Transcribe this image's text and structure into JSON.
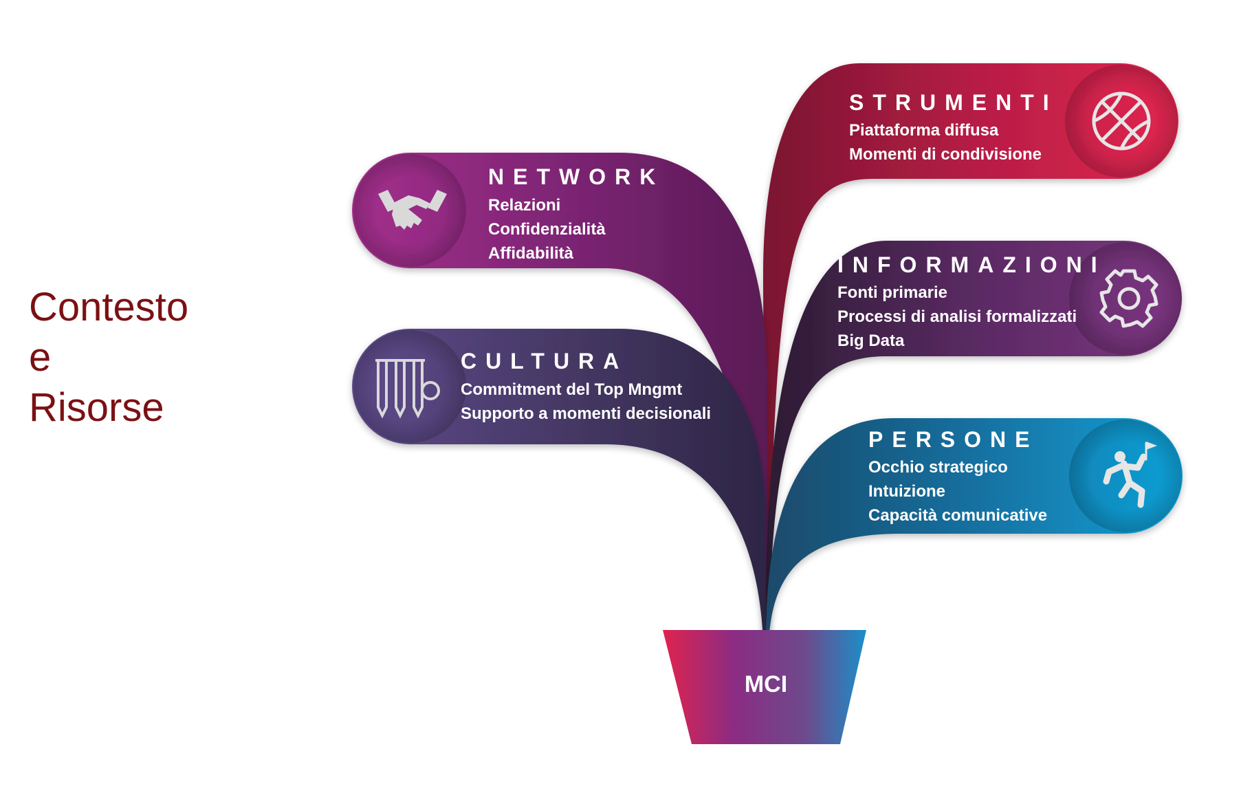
{
  "side_title": {
    "lines": [
      "Contesto",
      "e",
      "Risorse"
    ],
    "color": "#7b1014"
  },
  "pot": {
    "label": "MCI",
    "colors": [
      "#e0234e",
      "#8b2c83",
      "#6d4a8c",
      "#1b8fc9"
    ]
  },
  "branches": {
    "network": {
      "title": "NETWORK",
      "items": [
        "Relazioni",
        "Confidenzialità",
        "Affidabilità"
      ],
      "icon": "handshake-icon",
      "colors": [
        "#a32f8c",
        "#7a2472",
        "#5a1a55"
      ]
    },
    "cultura": {
      "title": "CULTURA",
      "items": [
        "Commitment del Top Mngmt",
        "Supporto a momenti decisionali"
      ],
      "icon": "cricket-wickets-icon",
      "colors": [
        "#5e4a8a",
        "#443762",
        "#2e2545"
      ]
    },
    "strumenti": {
      "title": "STRUMENTI",
      "items": [
        "Piattaforma diffusa",
        "Momenti di condivisione"
      ],
      "icon": "basketball-icon",
      "colors": [
        "#7a1530",
        "#b51d45",
        "#e0264f"
      ]
    },
    "informazioni": {
      "title": "INFORMAZIONI",
      "items": [
        "Fonti primarie",
        "Processi di analisi formalizzati",
        "Big Data"
      ],
      "icon": "gear-icon",
      "colors": [
        "#2c1c33",
        "#5a2a63",
        "#7c3580"
      ]
    },
    "persone": {
      "title": "PERSONE",
      "items": [
        "Occhio strategico",
        "Intuizione",
        "Capacità comunicative"
      ],
      "icon": "runner-flag-icon",
      "colors": [
        "#1b4a6a",
        "#1570a0",
        "#0fa0d6"
      ]
    }
  }
}
